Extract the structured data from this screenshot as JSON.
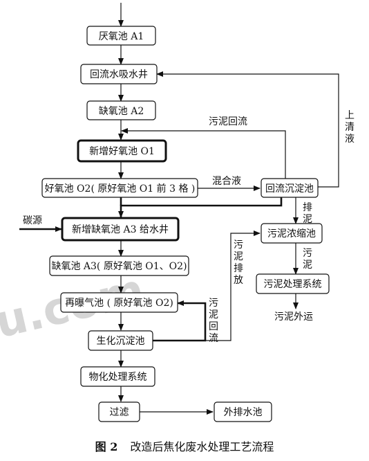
{
  "nodes": {
    "n1": "厌氧池 A1",
    "n2": "回流水吸水井",
    "n3": "缺氧池 A2",
    "n4": "新增好氧池 O1",
    "n5": "好氧池 O2( 原好氧池 O1 前 3 格 )",
    "n6": "回流沉淀池",
    "n7": "新增缺氧池 A3 给水井",
    "n8": "污泥浓缩池",
    "n9": "缺氧池 A3( 原好氧池 O1、O2)",
    "n10": "再曝气池 ( 原好氧池 O2)",
    "n11": "污泥处理系统",
    "n12": "生化沉淀池",
    "n13": "物化处理系统",
    "n14": "过滤",
    "n15": "外排水池"
  },
  "labels": {
    "sludge_return_top": "污泥回流",
    "supernatant": "上清液",
    "mixed_liquor": "混合液",
    "carbon_source": "碳源",
    "discharge_sludge_1": "排泥",
    "sludge_discharge": "污泥排放",
    "sludge_return_vertical": "污泥回流",
    "sludge_2": "污泥",
    "sludge_out": "污泥外运"
  },
  "watermark": "u.com",
  "caption": {
    "number": "图 2",
    "title": "改造后焦化废水处理工艺流程"
  }
}
